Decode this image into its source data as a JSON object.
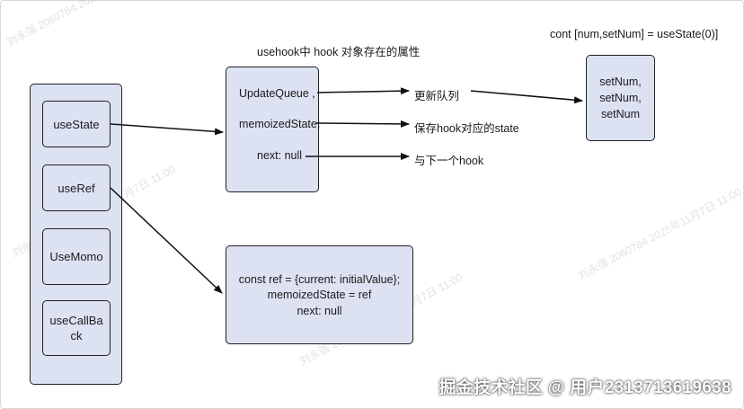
{
  "title": "usehook中 hook 对象存在的属性",
  "code_note": "cont [num,setNum] = useState(0)]",
  "hooks": [
    "useState",
    "useRef",
    "UseMomo",
    "useCallBack"
  ],
  "hook_object": {
    "field1": "UpdateQueue ,",
    "field2": "memoizedState,",
    "field3": "next: null"
  },
  "annotations": {
    "queue": "更新队列",
    "state": "保存hook对应的state",
    "next": "与下一个hook"
  },
  "setnum_box": [
    "setNum,",
    "setNum,",
    "setNum"
  ],
  "ref_box": [
    "const ref = {current: initialValue};",
    "memoizedState = ref",
    "next: null"
  ],
  "watermark": "刘永强 2060784 2025年11月7日 11:00",
  "footer": "掘金技术社区 @ 用户2313713619638"
}
